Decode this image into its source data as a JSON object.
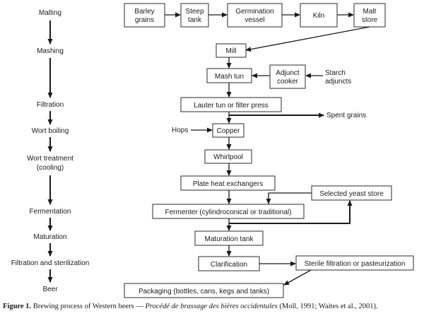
{
  "stages": {
    "malting": "Malting",
    "mashing": "Mashing",
    "filtration": "Filtration",
    "wort_boiling": "Wort boiling",
    "wort_treatment_1": "Wort treatment",
    "wort_treatment_2": "(cooling)",
    "fermentation": "Fermentation",
    "maturation": "Maturation",
    "filtration_sterilization": "Filtration and sterilization",
    "beer": "Beer"
  },
  "boxes": {
    "barley_1": "Barley",
    "barley_2": "grains",
    "steep_1": "Steep",
    "steep_2": "tank",
    "germ_1": "Germination",
    "germ_2": "vessel",
    "kiln": "Kiln",
    "malt_1": "Malt",
    "malt_2": "store",
    "mill": "Mill",
    "mash_tun": "Mash tun",
    "adjunct_1": "Adjunct",
    "adjunct_2": "cooker",
    "lauter": "Lauter tun or filter press",
    "copper": "Copper",
    "whirlpool": "Whirlpool",
    "plate": "Plate heat exchangers",
    "yeast": "Selected yeast store",
    "fermenter": "Fermenter (cylindroconical or traditional)",
    "maturation_tank": "Maturation tank",
    "clarification": "Clarification",
    "sterile": "Sterile filtration or pasteurization",
    "packaging": "Packaging (bottles, cans, kegs and tanks)"
  },
  "labels": {
    "starch_1": "Starch",
    "starch_2": "adjuncts",
    "spent_grains": "Spent grains",
    "hops": "Hops"
  },
  "caption": {
    "figure": "Figure 1.",
    "text": " Brewing process of Western beers — ",
    "title_fr": "Procédé de brassage des bières occidentales",
    "refs": " (Moll, 1991; Waites et al., 2001)."
  }
}
